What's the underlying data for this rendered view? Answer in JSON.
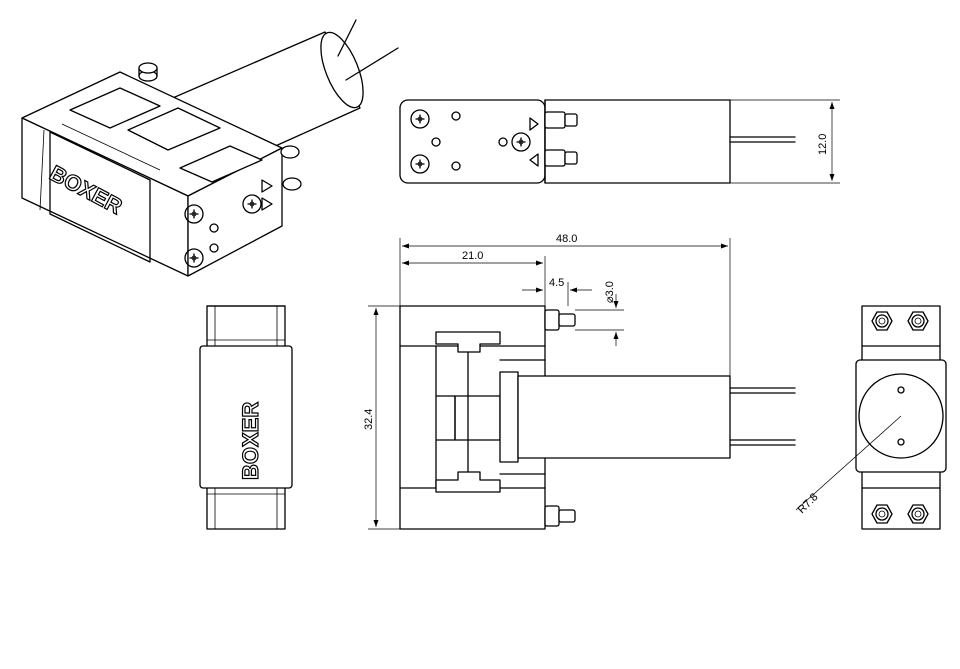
{
  "brand": "BOXER",
  "dimensions": {
    "length": "48.0",
    "head_length": "21.0",
    "port_offset": "4.5",
    "port_diameter": "⌀3.0",
    "height": "12.0",
    "width": "32.4",
    "radius": "R7.8"
  }
}
